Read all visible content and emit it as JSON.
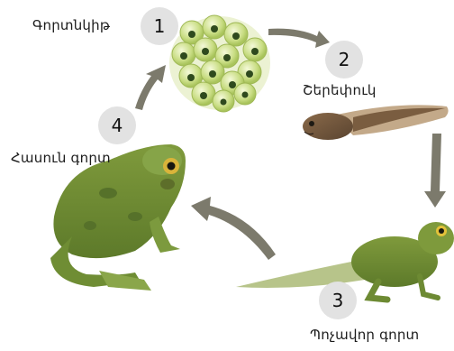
{
  "stages": [
    {
      "number": "1",
      "label": "Գորտնկիթ",
      "image": "frog-eggs"
    },
    {
      "number": "2",
      "label": "Շերեփուկ",
      "image": "tadpole"
    },
    {
      "number": "3",
      "label": "Պոչավոր գորտ",
      "image": "froglet-with-tail"
    },
    {
      "number": "4",
      "label": "Հասուն գորտ",
      "image": "adult-frog"
    }
  ],
  "arrow_color": "#7c7a6c",
  "badge_color": "#e2e2e2"
}
